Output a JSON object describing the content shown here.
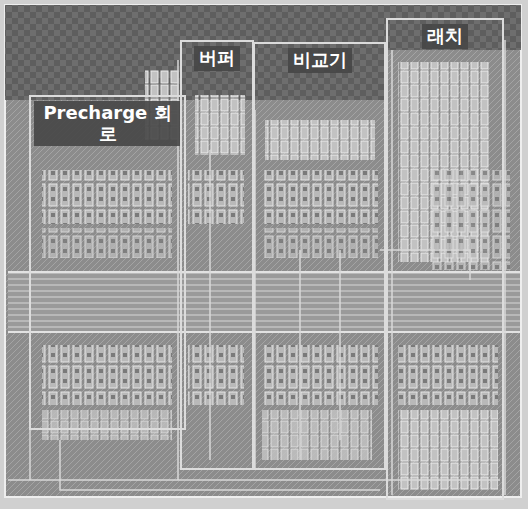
{
  "diagram": {
    "nodes": [
      {
        "text": [
          "Precharge 회로"
        ]
      },
      {
        "text": [
          "버퍼"
        ]
      },
      {
        "text": [
          "비교기"
        ]
      },
      {
        "text": [
          "래치"
        ]
      }
    ]
  }
}
